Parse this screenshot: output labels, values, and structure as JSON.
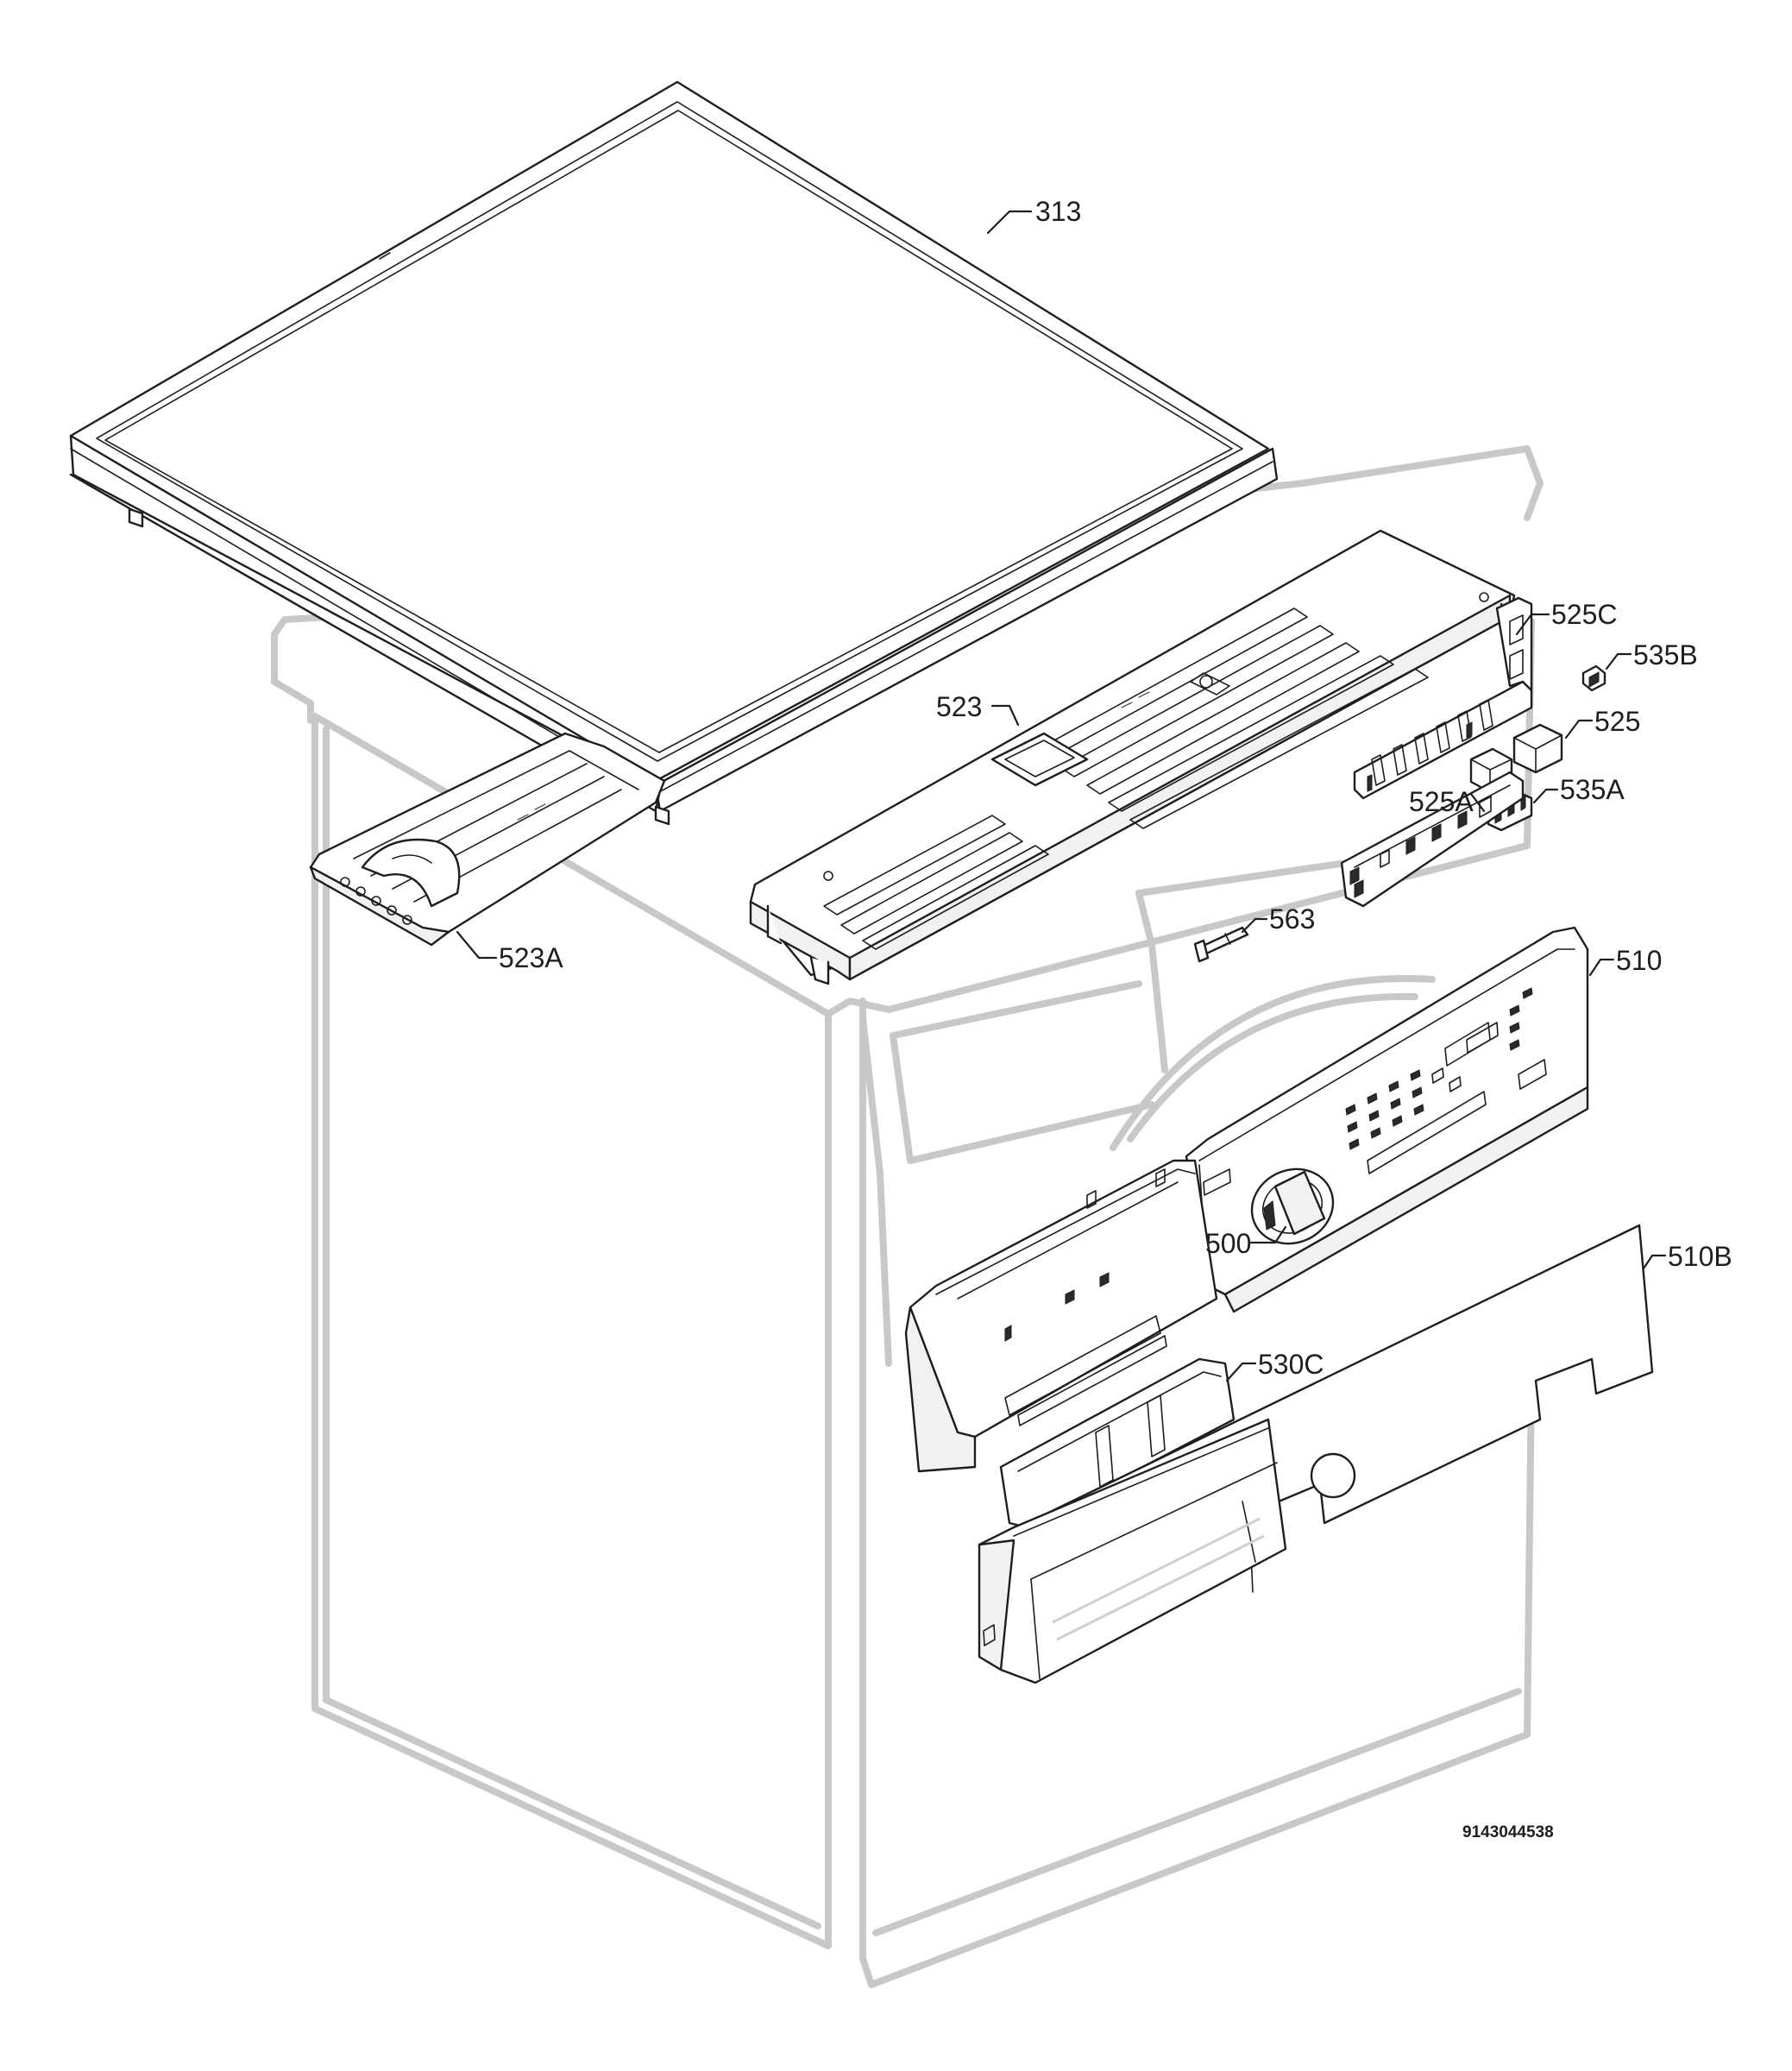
{
  "callouts": [
    {
      "id": "313",
      "label": "313"
    },
    {
      "id": "523",
      "label": "523"
    },
    {
      "id": "523A",
      "label": "523A"
    },
    {
      "id": "525C",
      "label": "525C"
    },
    {
      "id": "535B",
      "label": "535B"
    },
    {
      "id": "525",
      "label": "525"
    },
    {
      "id": "525A",
      "label": "525A"
    },
    {
      "id": "535A",
      "label": "535A"
    },
    {
      "id": "563",
      "label": "563"
    },
    {
      "id": "510",
      "label": "510"
    },
    {
      "id": "500",
      "label": "500"
    },
    {
      "id": "510B",
      "label": "510B"
    },
    {
      "id": "530C",
      "label": "530C"
    }
  ],
  "document_number": "9143044538",
  "colors": {
    "line": "#1e1e1e",
    "ghost_outline": "#c8c8c8",
    "background": "#ffffff"
  }
}
